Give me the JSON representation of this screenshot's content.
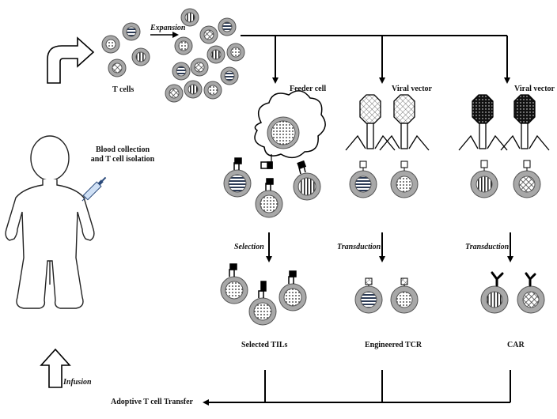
{
  "labels": {
    "t_cells": "T cells",
    "expansion": "Expansion",
    "feeder_cell": "Feeder cell",
    "viral_vector_tcr": "Viral vector",
    "viral_vector_car": "Viral vector",
    "blood_collection_line1": "Blood collection",
    "blood_collection_line2": "and T cell isolation",
    "selection": "Selection",
    "transduction_tcr": "Transduction",
    "transduction_car": "Transduction",
    "selected_tils": "Selected TILs",
    "engineered_tcr": "Engineered TCR",
    "car": "CAR",
    "infusion": "Infusion",
    "adoptive_transfer": "Adoptive T cell Transfer"
  },
  "colors": {
    "cell_fill": "#a8a8a8",
    "cell_stroke": "#555555",
    "line": "#000000"
  }
}
